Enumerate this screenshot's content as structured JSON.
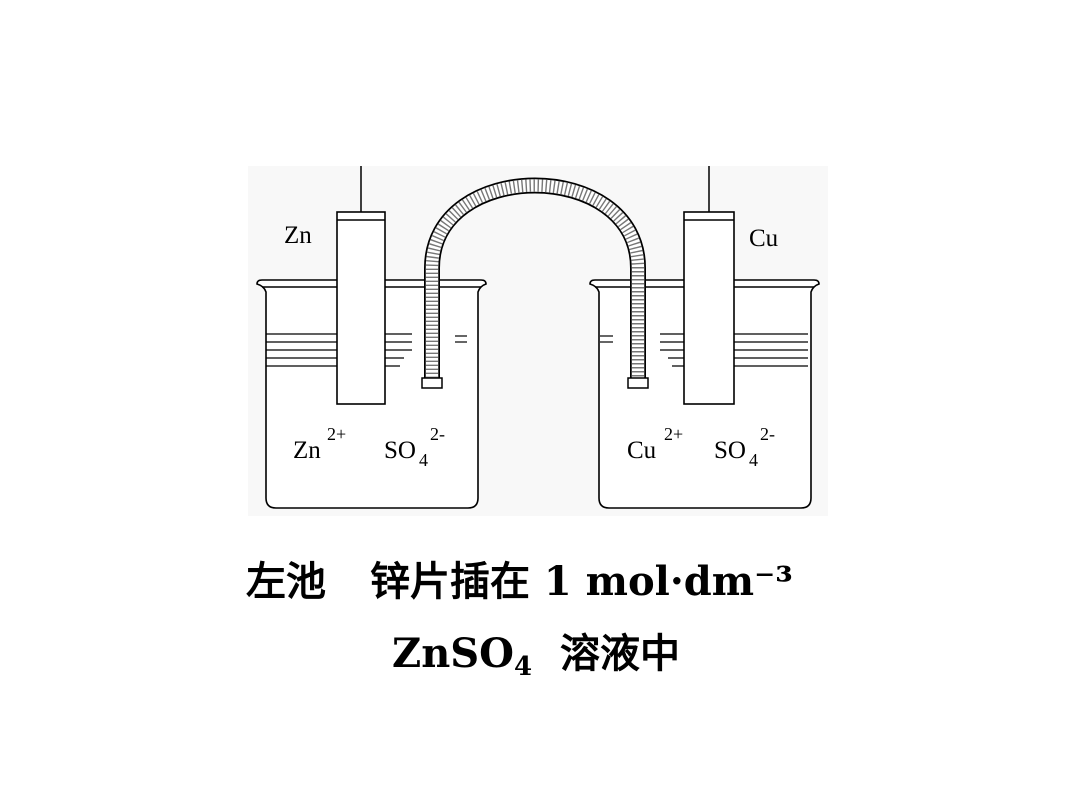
{
  "labels": {
    "zn_electrode": "Zn",
    "cu_electrode": "Cu",
    "left_cation_base": "Zn",
    "left_cation_charge": "2+",
    "left_anion_base": "SO",
    "left_anion_sub": "4",
    "left_anion_charge": "2-",
    "right_cation_base": "Cu",
    "right_cation_charge": "2+",
    "right_anion_base": "SO",
    "right_anion_sub": "4",
    "right_anion_charge": "2-"
  },
  "caption": {
    "line1_part1": "左池",
    "line1_part2": "锌片插在 1 mol·dm⁻³",
    "line2_formula_base": "ZnSO",
    "line2_formula_sub": "4",
    "line2_rest": "溶液中"
  }
}
